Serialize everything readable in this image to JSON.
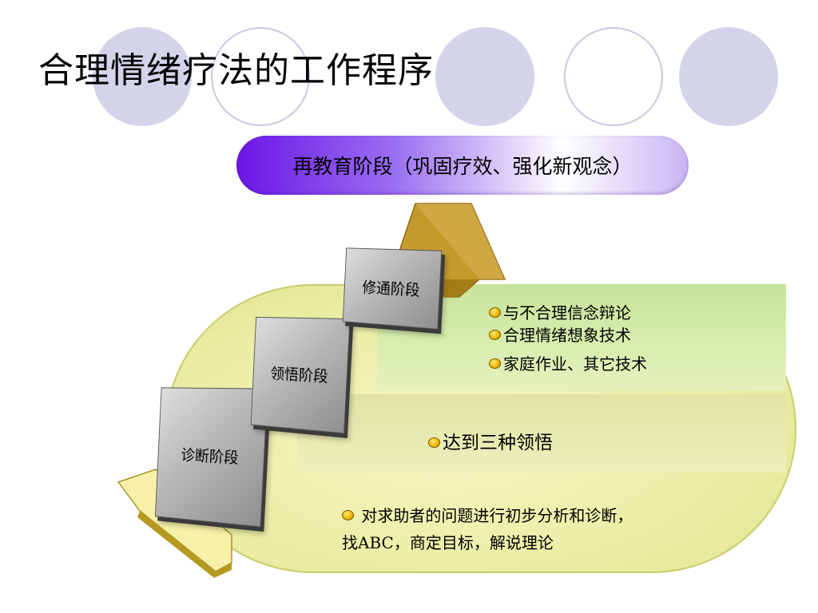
{
  "title": "合理情绪疗法的工作程序",
  "top_stage": "再教育阶段（巩固疗效、强化新观念）",
  "stages": [
    {
      "label": "诊断阶段"
    },
    {
      "label": "领悟阶段"
    },
    {
      "label": "修通阶段"
    }
  ],
  "working_items": [
    "与不合理信念辩论",
    "合理情绪想象技术",
    "家庭作业、其它技术"
  ],
  "insight_item": "达到三种领悟",
  "diagnosis_item": {
    "line1": "对求助者的问题进行初步分析和诊断，",
    "line2": "找ABC，商定目标，解说理论"
  },
  "colors": {
    "circle_fill": "#d3d3ea",
    "pill_gradient_start": "#6b16e6",
    "blob": "#eaeda4",
    "arrow_gold": "#c8a030",
    "sign_gray": "#b8b8b8"
  },
  "icons": [
    "decorative-circle",
    "gold-bullet-icon",
    "up-arrow-icon",
    "stage-sign"
  ]
}
